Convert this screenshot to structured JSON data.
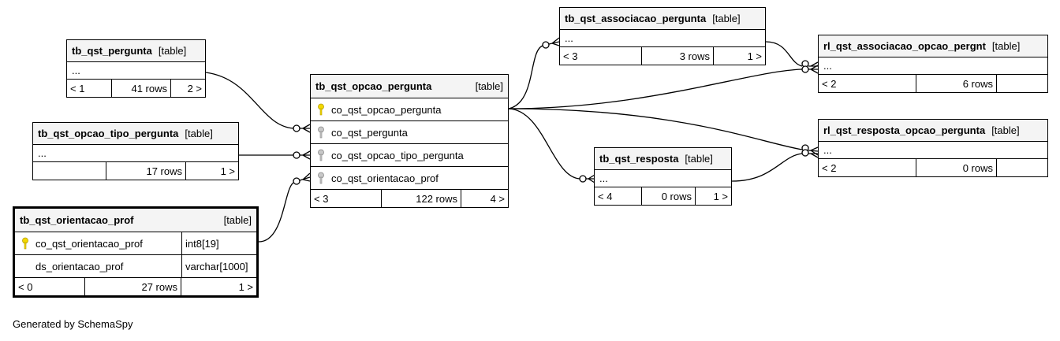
{
  "caption": "Generated by SchemaSpy",
  "type_label": "[table]",
  "ellipsis": "...",
  "tables": {
    "pergunta": {
      "name": "tb_qst_pergunta",
      "footer": [
        "< 1",
        "41 rows",
        "2 >"
      ]
    },
    "opcao_tipo": {
      "name": "tb_qst_opcao_tipo_pergunta",
      "footer": [
        "",
        "17 rows",
        "1 >"
      ]
    },
    "orientacao": {
      "name": "tb_qst_orientacao_prof",
      "columns": [
        {
          "name": "co_qst_orientacao_prof",
          "type": "int8[19]",
          "key": "primary"
        },
        {
          "name": "ds_orientacao_prof",
          "type": "varchar[1000]",
          "key": "none"
        }
      ],
      "footer": [
        "< 0",
        "27 rows",
        "1 >"
      ]
    },
    "opcao": {
      "name": "tb_qst_opcao_pergunta",
      "columns": [
        {
          "name": "co_qst_opcao_pergunta",
          "key": "primary"
        },
        {
          "name": "co_qst_pergunta",
          "key": "foreign"
        },
        {
          "name": "co_qst_opcao_tipo_pergunta",
          "key": "foreign"
        },
        {
          "name": "co_qst_orientacao_prof",
          "key": "foreign"
        }
      ],
      "footer": [
        "< 3",
        "122 rows",
        "4 >"
      ]
    },
    "associacao": {
      "name": "tb_qst_associacao_pergunta",
      "footer": [
        "< 3",
        "3 rows",
        "1 >"
      ]
    },
    "rl_associacao": {
      "name": "rl_qst_associacao_opcao_pergnt",
      "footer": [
        "< 2",
        "6 rows",
        ""
      ]
    },
    "resposta": {
      "name": "tb_qst_resposta",
      "footer": [
        "< 4",
        "0 rows",
        "1 >"
      ]
    },
    "rl_resposta": {
      "name": "rl_qst_resposta_opcao_pergunta",
      "footer": [
        "< 2",
        "0 rows",
        ""
      ]
    }
  },
  "colors": {
    "primary_key": "#f2d800",
    "foreign_key": "#b0b0b0",
    "header_bg": "#f4f4f4"
  }
}
